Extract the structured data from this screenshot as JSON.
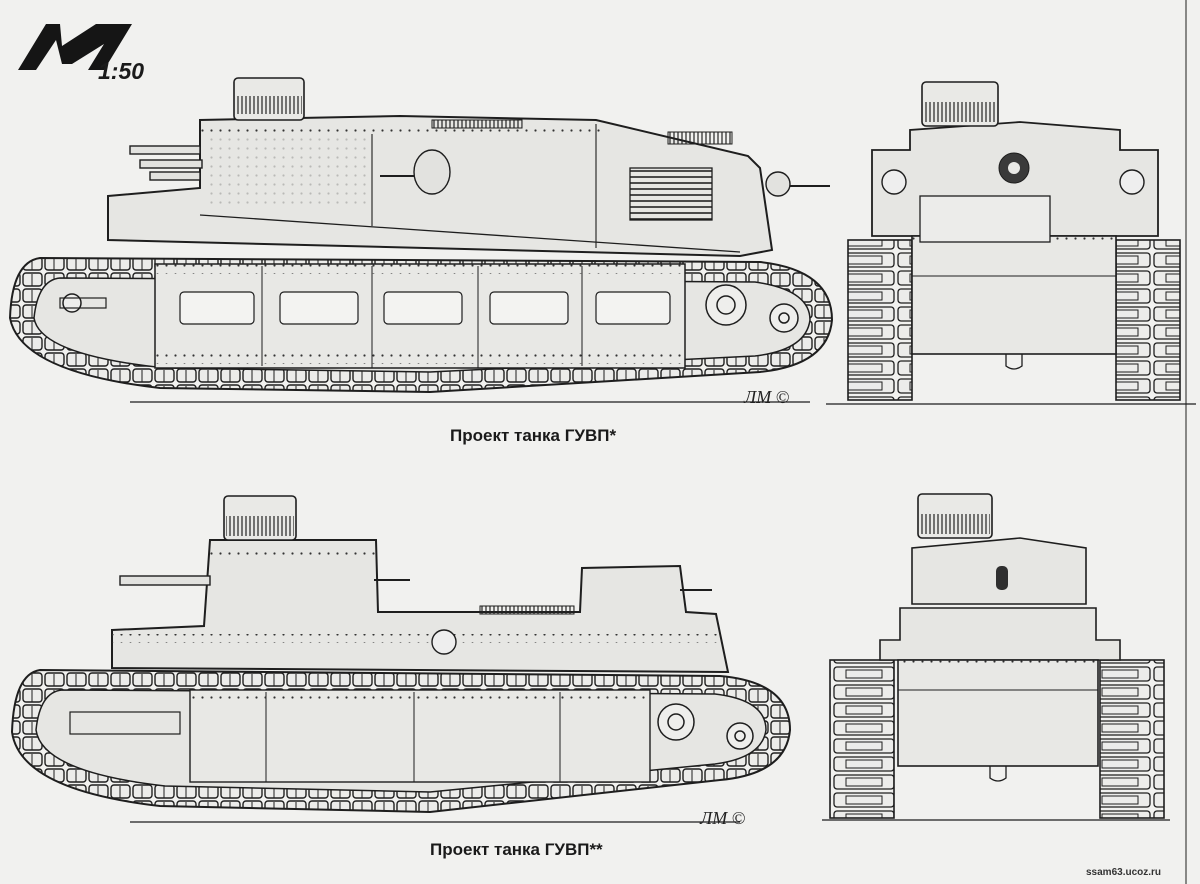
{
  "publisher": {
    "logo_letter": "M",
    "scale": "1:50"
  },
  "drawings": [
    {
      "caption": "Проект танка ГУВП*",
      "signature": "ЛМ ©"
    },
    {
      "caption": "Проект танка ГУВП**",
      "signature": "ЛМ ©"
    }
  ],
  "watermark": "ssam63.ucoz.ru",
  "colors": {
    "paper": "#f1f1ef",
    "ink": "#1e1e1e",
    "hull_tone": "#e6e6e3"
  },
  "icons": [
    "publisher-logo-icon",
    "tank-side-view-icon",
    "tank-front-view-icon"
  ]
}
